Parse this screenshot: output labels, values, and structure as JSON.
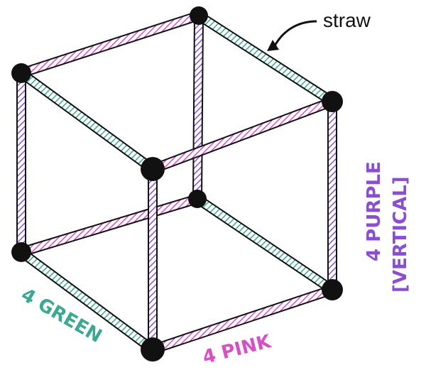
{
  "labels": {
    "straw": "straw",
    "green": "4 GREEN",
    "pink": "4 PINK",
    "purple": "4 PURPLE",
    "vertical": "[VERTICAL]"
  },
  "colors": {
    "green": "#3aa98f",
    "pink": "#d64fc4",
    "purple": "#8a4fd1",
    "outline": "#111111",
    "joint": "#111111"
  },
  "icons": {
    "joint": "black-ball-connector",
    "pointer": "curved-arrow-icon"
  }
}
